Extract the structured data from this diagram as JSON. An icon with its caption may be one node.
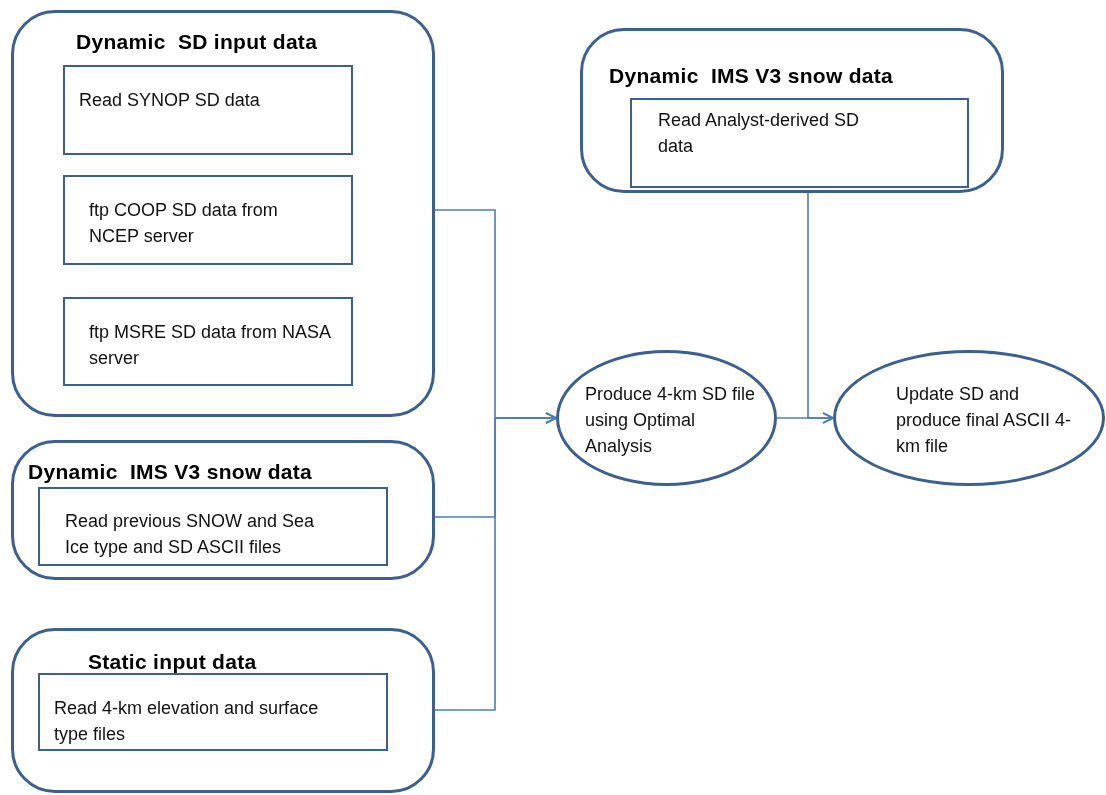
{
  "diagram": {
    "nodes": [
      {
        "text": [
          "Dynamic  SD input data"
        ]
      },
      {
        "text": [
          "Read SYNOP SD data"
        ],
        "in": 0
      },
      {
        "text": [
          "ftp COOP SD data from NCEP server"
        ],
        "in": 0
      },
      {
        "text": [
          "ftp  MSRE SD data from NASA server"
        ],
        "in": 0
      },
      {
        "text": [
          "Dynamic  IMS V3 snow data"
        ]
      },
      {
        "text": [
          "Read previous SNOW and Sea Ice type  and SD ASCII files"
        ],
        "in": 4
      },
      {
        "text": [
          "Static input data"
        ]
      },
      {
        "text": [
          "Read 4-km elevation and surface type files"
        ],
        "in": 6
      },
      {
        "text": [
          "Dynamic  IMS V3 snow data"
        ]
      },
      {
        "text": [
          "Read Analyst-derived SD data"
        ],
        "in": 8
      },
      {
        "text": [
          "Produce 4-km SD file using Optimal Analysis"
        ]
      },
      {
        "text": [
          "Update SD and produce final ASCII 4-km file"
        ]
      }
    ],
    "edges": [
      {
        "from": 0,
        "to": 10,
        "arrow": "to"
      },
      {
        "from": 4,
        "to": 10,
        "arrow": "to"
      },
      {
        "from": 6,
        "to": 10,
        "arrow": "to"
      },
      {
        "from": 10,
        "to": 11,
        "arrow": "to"
      },
      {
        "from": 9,
        "to": 11,
        "arrow": "to"
      }
    ]
  }
}
